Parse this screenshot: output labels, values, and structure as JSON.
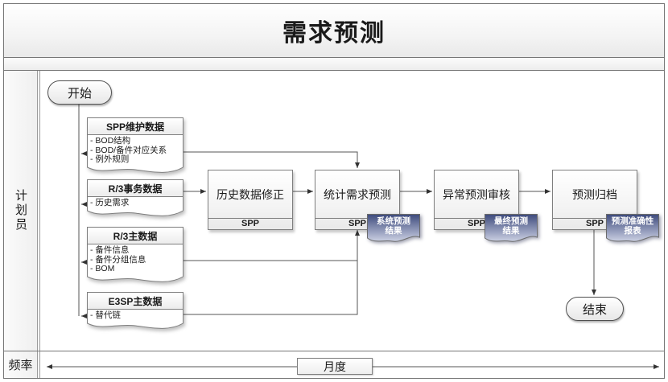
{
  "title": "需求预测",
  "lanes": {
    "role": "计划员",
    "frequency": "频率",
    "frequency_value": "月度"
  },
  "flow": {
    "start": "开始",
    "end": "结束",
    "processes": [
      {
        "label": "历史数据修正",
        "tag": "SPP"
      },
      {
        "label": "统计需求预测",
        "tag": "SPP"
      },
      {
        "label": "异常预测审核",
        "tag": "SPP"
      },
      {
        "label": "预测归档",
        "tag": "SPP"
      }
    ],
    "data_stores": [
      {
        "title": "SPP维护数据",
        "items": [
          "- BOD结构",
          "- BOD/备件对应关系",
          "- 例外规则"
        ]
      },
      {
        "title": "R/3事务数据",
        "items": [
          "- 历史需求"
        ]
      },
      {
        "title": "R/3主数据",
        "items": [
          "- 备件信息",
          "- 备件分组信息",
          "- BOM"
        ]
      },
      {
        "title": "E3SP主数据",
        "items": [
          "- 替代链"
        ]
      }
    ],
    "documents": [
      {
        "line1": "系统预测",
        "line2": "结果"
      },
      {
        "line1": "最终预测",
        "line2": "结果"
      },
      {
        "line1": "预测准确性",
        "line2": "报表"
      }
    ]
  },
  "colors": {
    "shape_border": "#7f7f7f",
    "connector": "#4a4a4a",
    "doc_gradient_top": "#3d4a7d",
    "doc_gradient_bottom": "#ccd1e3"
  }
}
